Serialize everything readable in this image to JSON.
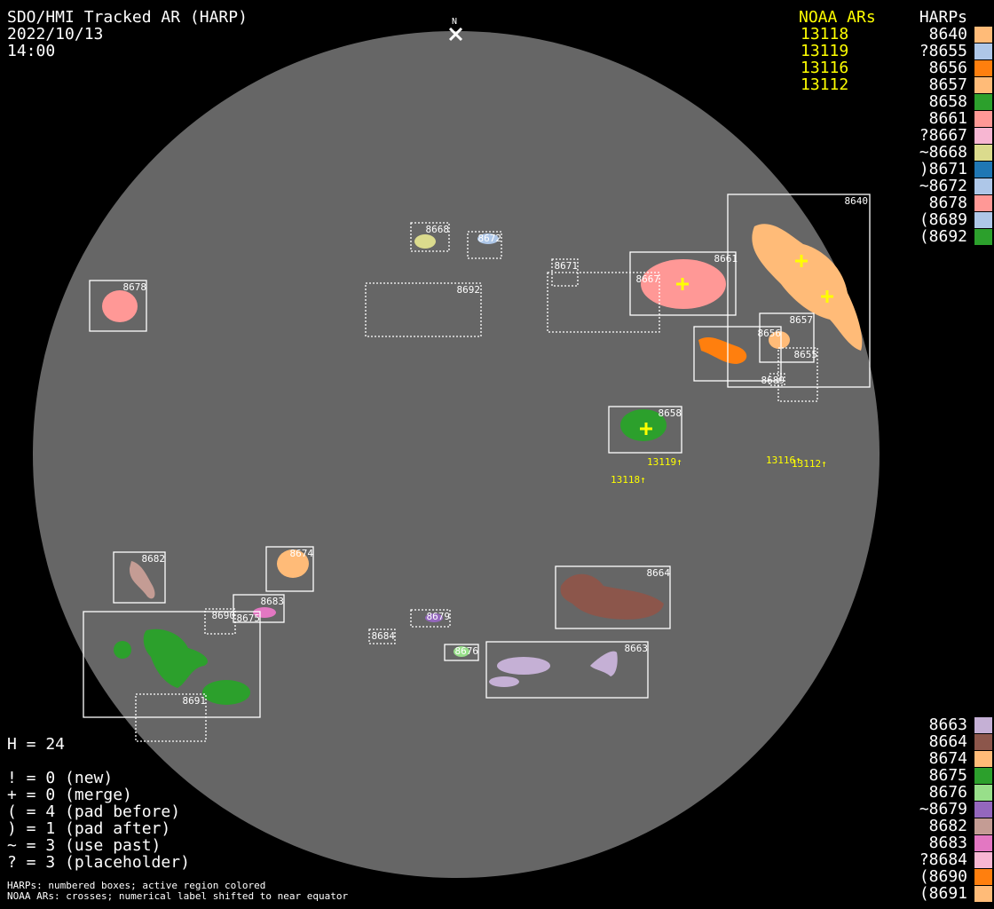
{
  "header": {
    "title": "SDO/HMI Tracked AR (HARP)",
    "date": "2022/10/13",
    "time": "14:00",
    "north_label": "N"
  },
  "noaa": {
    "heading": "NOAA ARs",
    "items": [
      "13118",
      "13119",
      "13116",
      "13112"
    ]
  },
  "harps_heading": "HARPs",
  "harps_top": [
    {
      "label": "8640",
      "color": "#ffbb78"
    },
    {
      "label": "?8655",
      "color": "#aec7e8"
    },
    {
      "label": "8656",
      "color": "#ff7f0e"
    },
    {
      "label": "8657",
      "color": "#ffbb78"
    },
    {
      "label": "8658",
      "color": "#2ca02c"
    },
    {
      "label": "8661",
      "color": "#ff9896"
    },
    {
      "label": "?8667",
      "color": "#f7b6d2"
    },
    {
      "label": "~8668",
      "color": "#dbdb8d"
    },
    {
      "label": ")8671",
      "color": "#1f77b4"
    },
    {
      "label": "~8672",
      "color": "#aec7e8"
    },
    {
      "label": "8678",
      "color": "#ff9896"
    },
    {
      "label": "(8689",
      "color": "#aec7e8"
    },
    {
      "label": "(8692",
      "color": "#2ca02c"
    }
  ],
  "harps_bottom": [
    {
      "label": "8663",
      "color": "#c5b0d5"
    },
    {
      "label": "8664",
      "color": "#8c564b"
    },
    {
      "label": "8674",
      "color": "#ffbb78"
    },
    {
      "label": "8675",
      "color": "#2ca02c"
    },
    {
      "label": "8676",
      "color": "#98df8a"
    },
    {
      "label": "~8679",
      "color": "#9467bd"
    },
    {
      "label": "8682",
      "color": "#c49c94"
    },
    {
      "label": "8683",
      "color": "#e377c2"
    },
    {
      "label": "?8684",
      "color": "#f7b6d2"
    },
    {
      "label": "(8690",
      "color": "#ff7f0e"
    },
    {
      "label": "(8691",
      "color": "#ffbb78"
    }
  ],
  "stats": {
    "h": "H = 24",
    "lines": [
      "! = 0 (new)",
      "+ = 0 (merge)",
      "( = 4 (pad before)",
      ") = 1 (pad after)",
      "~ = 3 (use past)",
      "? = 3 (placeholder)"
    ]
  },
  "footnotes": [
    "HARPs: numbered boxes; active region colored",
    "NOAA ARs: crosses; numerical label shifted to near equator"
  ],
  "boxes": {
    "b8640": "8640",
    "b8661": "8661",
    "b8667": "8667",
    "b8671": "8671",
    "b8692": "8692",
    "b8668": "8668",
    "b8672": "8672",
    "b8678": "8678",
    "b8657": "8657",
    "b8656": "8656",
    "b8655": "8655",
    "b8689": "8689",
    "b8658": "8658",
    "b8682": "8682",
    "b8674": "8674",
    "b8683": "8683",
    "b8690": "8690",
    "b8675": "8675",
    "b8691": "8691",
    "b8679": "8679",
    "b8684": "8684",
    "b8676": "8676",
    "b8663": "8663",
    "b8664": "8664"
  },
  "noaa_markers": {
    "m13119": "13119↑",
    "m13118": "13118↑",
    "m13116": "13116↑",
    "m13112": "13112↑"
  }
}
